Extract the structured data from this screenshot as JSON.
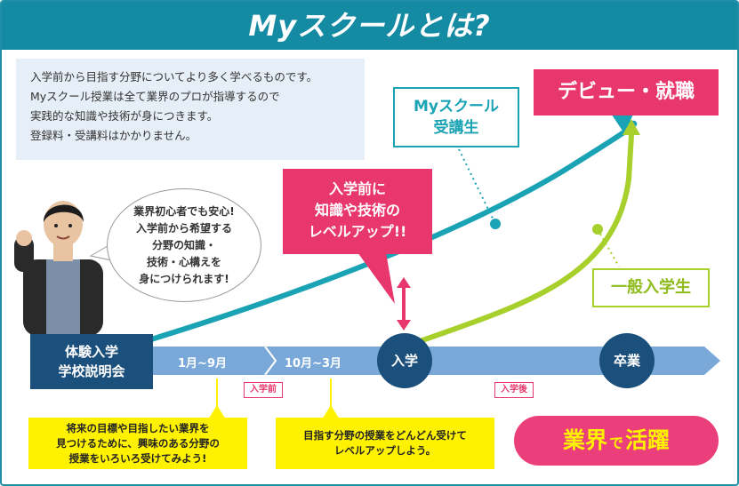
{
  "header": {
    "title": "Myスクールとは?"
  },
  "intro": {
    "lines": [
      "入学前から目指す分野についてより多く学べるものです。",
      "Myスクール授業は全て業界のプロが指導するので",
      "実践的な知識や技術が身につきます。",
      "登録料・受講料はかかりません。"
    ]
  },
  "tags": {
    "my_school": [
      "Myスクール",
      "受講生"
    ],
    "debut": "デビュー・就職",
    "before_entry": [
      "入学前に",
      "知識や技術の",
      "レベルアップ!!"
    ],
    "general": "一般入学生"
  },
  "bubble": {
    "lines": [
      "業界初心者でも安心!",
      "入学前から希望する",
      "分野の知識・",
      "技術・心構えを",
      "身につけられます!"
    ]
  },
  "timeline": {
    "trial": [
      "体験入学",
      "学校説明会"
    ],
    "period1": "1月~9月",
    "period2": "10月~3月",
    "entry": "入学",
    "graduation": "卒業",
    "tag_before": "入学前",
    "tag_after": "入学後"
  },
  "notes": {
    "left": [
      "将来の目標や目指したい業界を",
      "見つけるために、興味のある分野の",
      "授業をいろいろ受けてみよう!"
    ],
    "middle": [
      "目指す分野の授業をどんどん受けて",
      "レベルアップしよう。"
    ]
  },
  "success": {
    "part1": "業界",
    "part2": "で",
    "part3": "活躍"
  },
  "colors": {
    "header": "#148aa3",
    "teal_curve": "#1aa3b4",
    "green_curve": "#a8d02c",
    "pink": "#e8376d",
    "navy": "#1b4f7c",
    "timeline": "#7aa9d9",
    "note_yellow": "#fff200"
  }
}
